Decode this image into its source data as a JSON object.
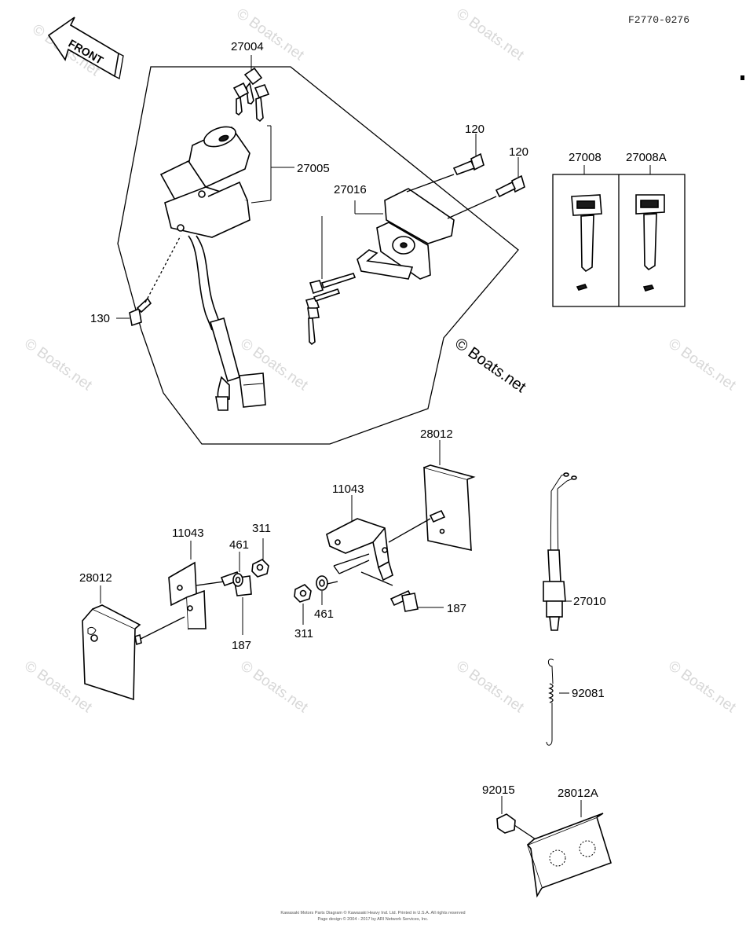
{
  "diagram_code": "F2770-0276",
  "front_label": "FRONT",
  "watermark": "© Boats.net",
  "watermark_main": "© Boats.net",
  "parts": {
    "p27004": "27004",
    "p27005": "27005",
    "p27016": "27016",
    "p120a": "120",
    "p120b": "120",
    "p130": "130",
    "p27008": "27008",
    "p27008A": "27008A",
    "p28012_top": "28012",
    "p11043_right": "11043",
    "p11043_left": "11043",
    "p311_left": "311",
    "p461_left": "461",
    "p28012_left": "28012",
    "p187_left": "187",
    "p461_mid": "461",
    "p311_mid": "311",
    "p187_mid": "187",
    "p27010": "27010",
    "p92081": "92081",
    "p92015": "92015",
    "p28012A": "28012A"
  },
  "footer": {
    "line1": "Kawasaki Motors Parts Diagram © Kawasaki Heavy Ind. Ltd. Printed in U.S.A. All rights reserved",
    "line2": "Page design © 2004 - 2017 by ARI Network Services, Inc."
  }
}
